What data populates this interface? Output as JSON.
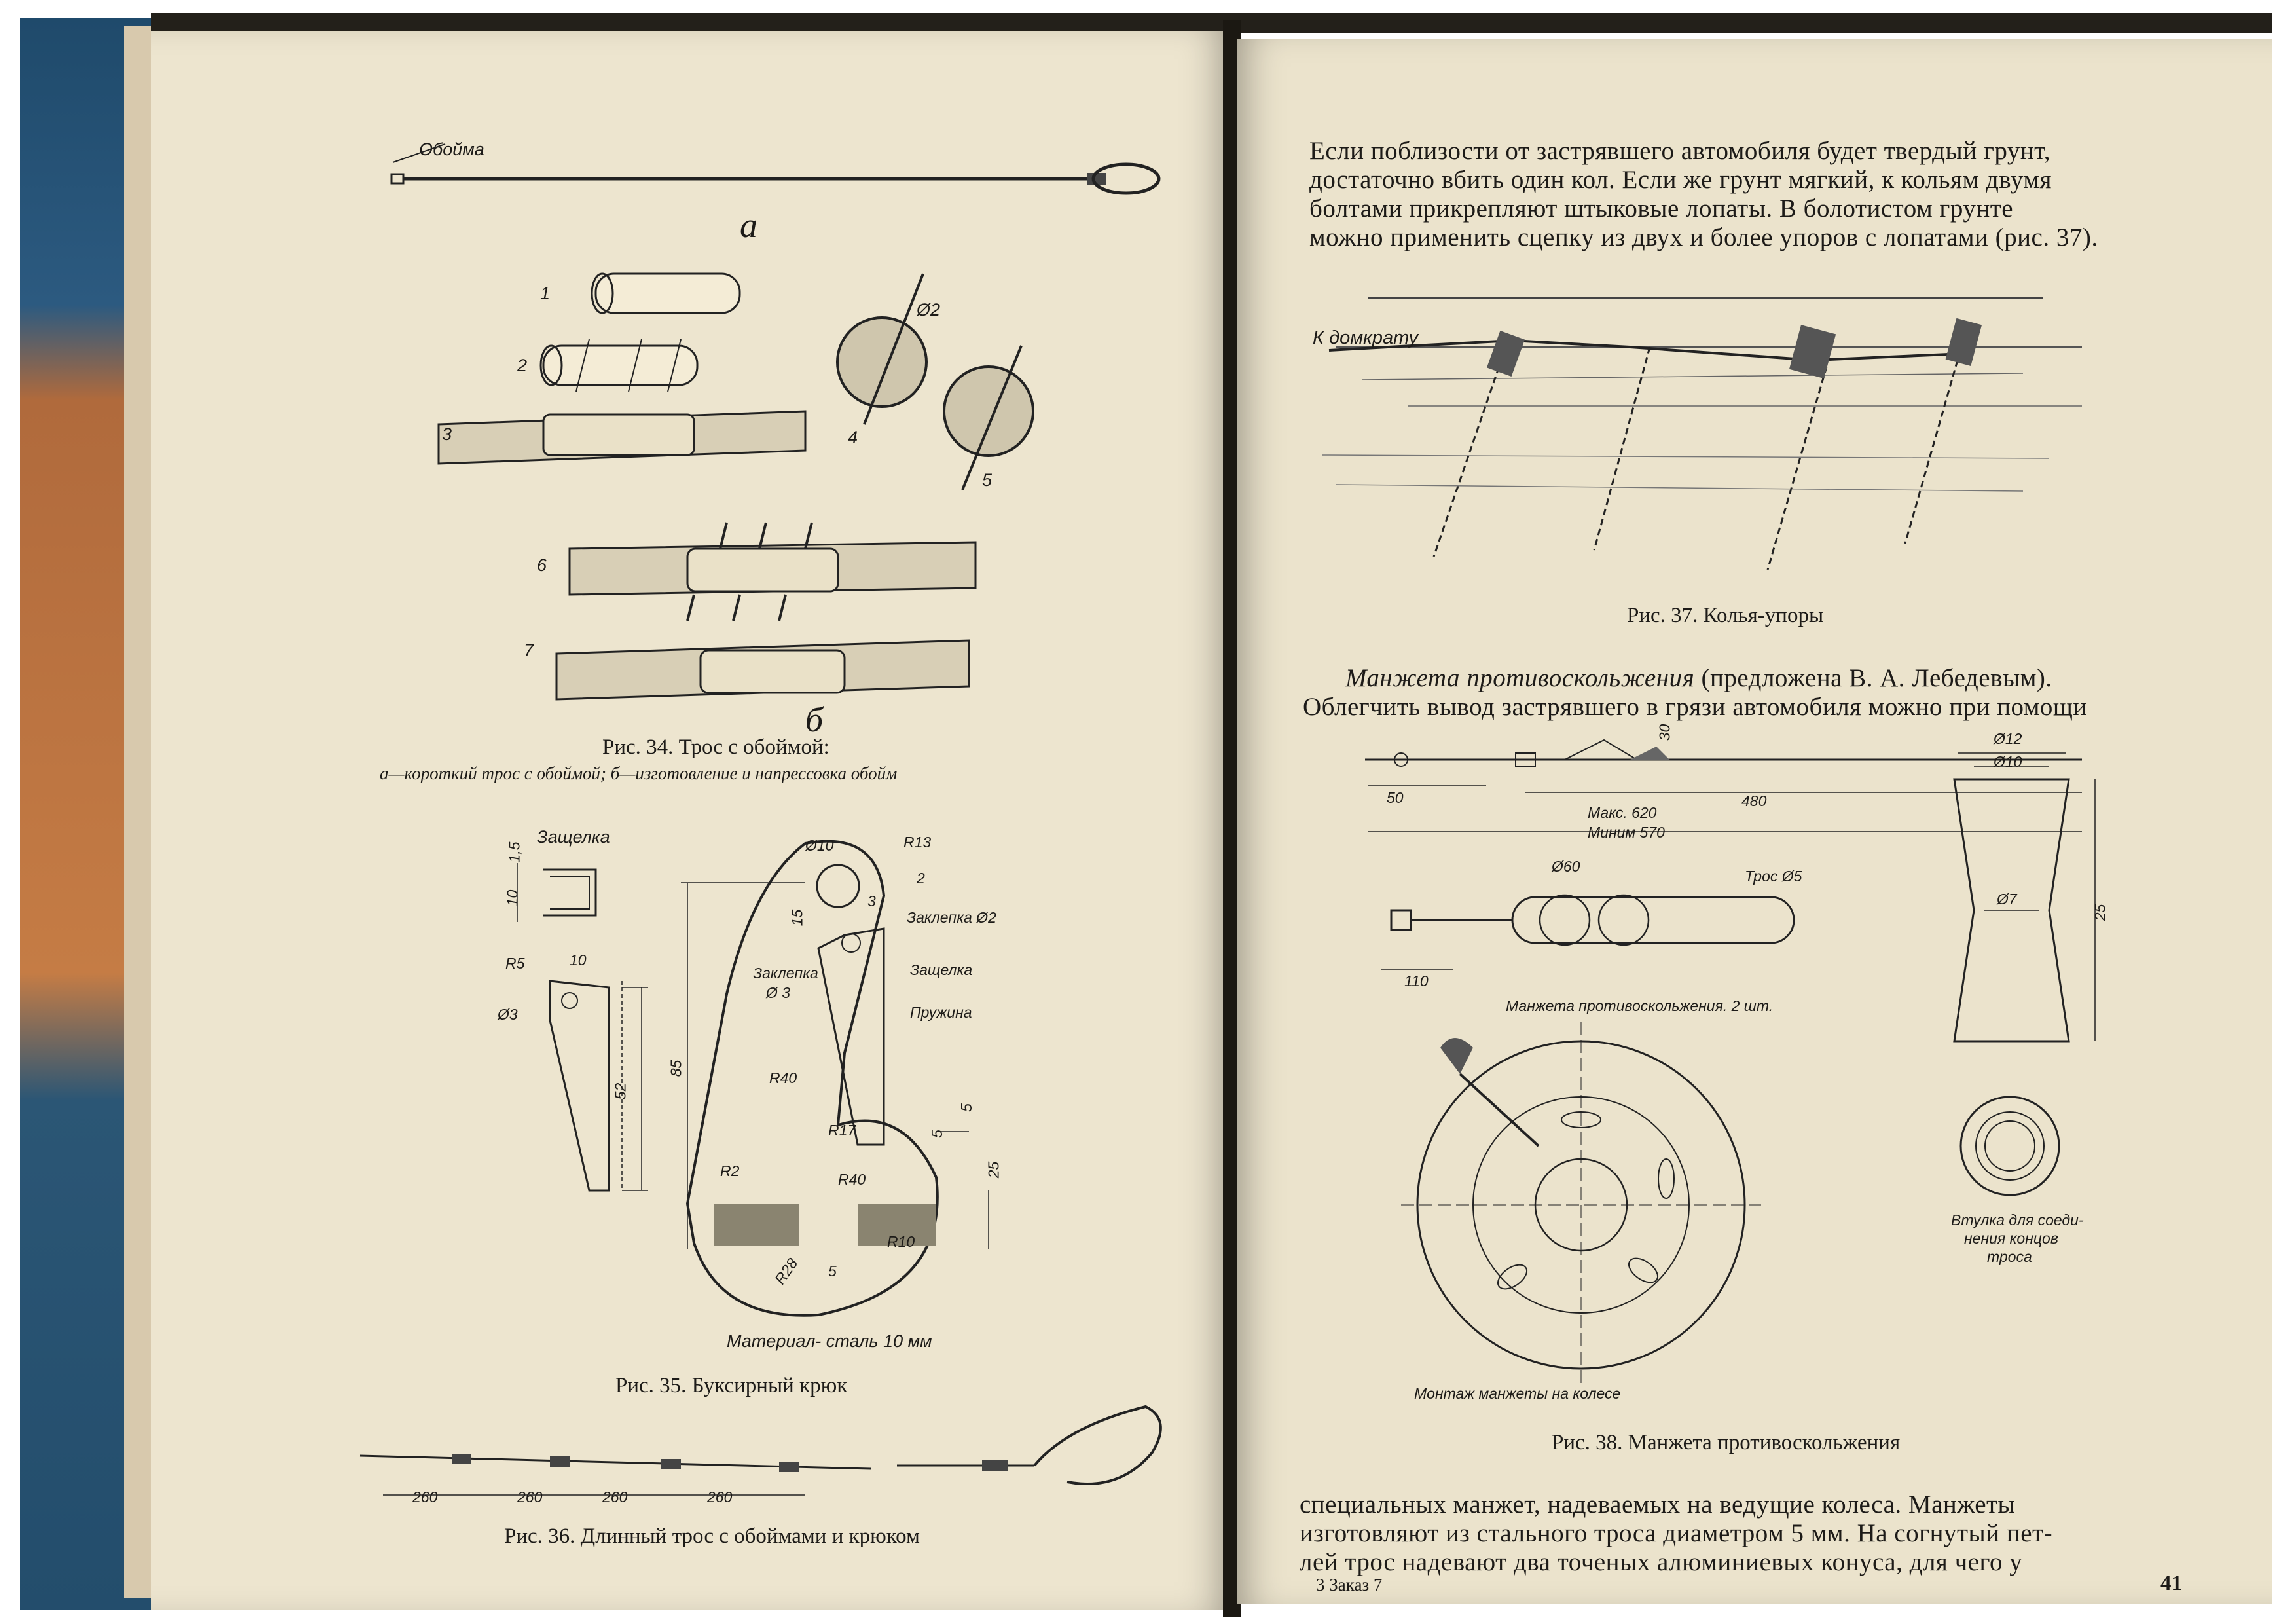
{
  "left_page": {
    "fig34": {
      "label_obojma": "Обойма",
      "label_a": "а",
      "part_numbers": [
        "1",
        "2",
        "3",
        "4",
        "5",
        "6",
        "7"
      ],
      "label_dia2": "Ø2",
      "label_b": "б",
      "caption": "Рис. 34. Трос с обоймой:",
      "subcaption": "а—короткий трос с обоймой; б—изготовление и напрессовка обойм"
    },
    "fig35": {
      "zashchelka_title": "Защелка",
      "dim_1_5": "1,5",
      "dim_10a": "10",
      "dim_R5": "R5",
      "dim_10b": "10",
      "dim_dia3": "Ø3",
      "dim_52": "52",
      "dim_dia10": "Ø10",
      "dim_R13": "R13",
      "dim_2": "2",
      "dim_3": "3",
      "dim_15": "15",
      "label_zaklepka2": "Заклепка Ø2",
      "label_zaklepka3a": "Заклепка",
      "label_zaklepka3b": "Ø 3",
      "label_zashchelka": "Защелка",
      "label_pruzhina": "Пружина",
      "dim_85": "85",
      "dim_R40a": "R40",
      "dim_5a": "5",
      "dim_R17": "R17",
      "dim_5b": "5",
      "dim_R2": "R2",
      "dim_R40b": "R40",
      "dim_25": "25",
      "dim_R28": "R28",
      "dim_5c": "5",
      "dim_R10": "R10",
      "material": "Материал- сталь 10 мм",
      "caption": "Рис. 35. Буксирный крюк"
    },
    "fig36": {
      "dims": [
        "260",
        "260",
        "260",
        "260"
      ],
      "caption": "Рис. 36. Длинный трос с обоймами и крюком"
    }
  },
  "right_page": {
    "para1": [
      "Если поблизости от застрявшего автомобиля будет твердый грунт,",
      "достаточно вбить один кол. Если же грунт мягкий, к кольям двумя",
      "болтами прикрепляют штыковые лопаты. В болотистом грунте",
      "можно применить сцепку из двух и более упоров с лопатами (рис. 37)."
    ],
    "fig37": {
      "label": "К домкрату",
      "caption": "Рис. 37. Колья-упоры"
    },
    "para2_italic": "Манжета противоскольжения",
    "para2_rest": " (предложена В. А. Лебедевым).",
    "para2_line2": "Облегчить вывод застрявшего в грязи автомобиля можно при помощи",
    "fig38": {
      "dim_30": "30",
      "dim_50": "50",
      "dim_480": "480",
      "dim_max": "Макс. 620",
      "dim_min": "Миним 570",
      "dim_dia60": "Ø60",
      "label_tros": "Трос Ø5",
      "dim_110": "110",
      "label_manzheta": "Манжета противоскольжения. 2 шт.",
      "dim_dia12": "Ø12",
      "dim_dia10": "Ø10",
      "dim_dia7": "Ø7",
      "dim_25": "25",
      "label_vtulka": [
        "Втулка для соеди-",
        "нения концов",
        "троса"
      ],
      "label_montazh": "Монтаж манжеты на колесе",
      "caption": "Рис. 38. Манжета противоскольжения"
    },
    "para3": [
      "специальных манжет, надеваемых на ведущие колеса. Манжеты",
      "изготовляют из стального троса диаметром 5 мм. На согнутый пет-",
      "лей трос надевают два точеных алюминиевых конуса, для чего у"
    ],
    "footer_left": "3 Заказ 7",
    "page_number": "41"
  }
}
